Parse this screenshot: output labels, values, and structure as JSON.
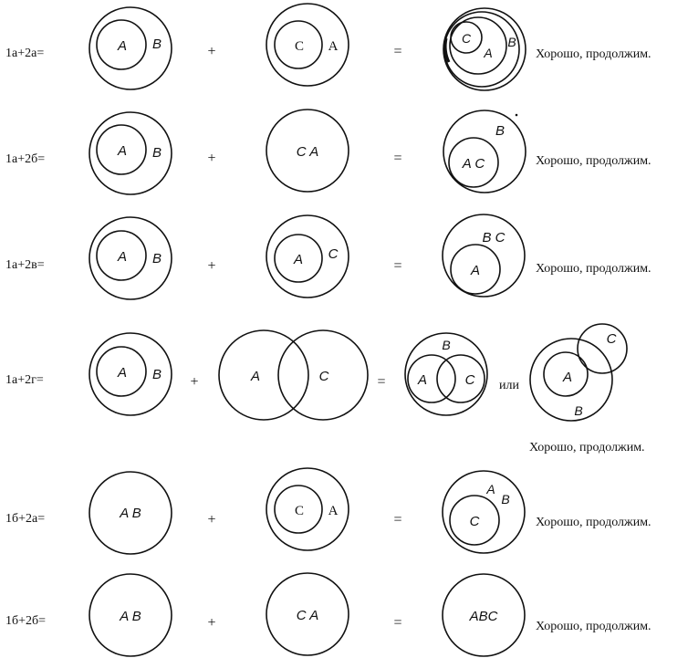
{
  "rows": [
    {
      "formula": "1a+2a=",
      "plus": "+",
      "equals": "=",
      "comment": "Хорошо, продолжим."
    },
    {
      "formula": "1a+2б=",
      "plus": "+",
      "equals": "=",
      "comment": "Хорошо, продолжим."
    },
    {
      "formula": "1a+2в=",
      "plus": "+",
      "equals": "=",
      "comment": "Хорошо, продолжим."
    },
    {
      "formula": "1a+2г=",
      "plus": "+",
      "equals": "=",
      "alternative": "или",
      "comment": "Хорошо, продолжим."
    },
    {
      "formula": "1б+2a=",
      "plus": "+",
      "equals": "=",
      "comment": "Хорошо, продолжим."
    },
    {
      "formula": "1б+2б=",
      "plus": "+",
      "equals": "=",
      "comment": "Хорошо, продолжим."
    }
  ],
  "set_labels": {
    "a": "A",
    "b": "B",
    "c": "C",
    "ab": "A B",
    "ca": "C A",
    "ac": "A C",
    "bc": "B C",
    "abc": "ABC"
  }
}
